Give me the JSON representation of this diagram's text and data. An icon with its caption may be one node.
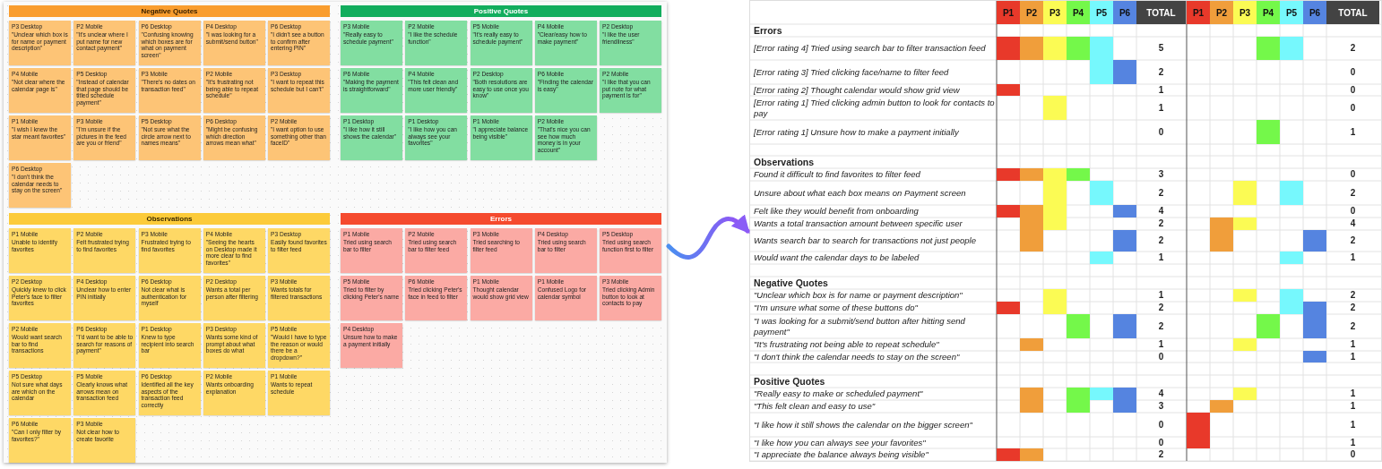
{
  "diagram": {
    "nodes": [
      {
        "text": [],
        "shape": "box"
      },
      {
        "text": [
          "Negative Quotes"
        ],
        "in": 0
      },
      {
        "text": [
          "P3 Desktop",
          "\"Unclear which box is for name or payment description\""
        ],
        "in": 0
      },
      {
        "text": [
          "P2 Mobile",
          "\"It's unclear where I put name for new contact payment\""
        ],
        "in": 0
      },
      {
        "text": [
          "P6 Desktop",
          "\"Confusing knowing which boxes are for what on payment screen\""
        ],
        "in": 0
      },
      {
        "text": [
          "P4 Desktop",
          "\"I was looking for a submit/send button\""
        ],
        "in": 0
      },
      {
        "text": [
          "P6 Desktop",
          "\"I didn't see a button to confirm after entering PIN\""
        ],
        "in": 0
      },
      {
        "text": [
          "P4 Mobile",
          "\"Not clear where the calendar page is\""
        ],
        "in": 0
      },
      {
        "text": [
          "P5 Desktop",
          "\"Instead of calendar that page should be titled schedule payment\""
        ],
        "in": 0
      },
      {
        "text": [
          "P3 Mobile",
          "\"There's no dates on transaction feed\""
        ],
        "in": 0
      },
      {
        "text": [
          "P2 Mobile",
          "\"It's frustrating not being able to repeat schedule\""
        ],
        "in": 0
      },
      {
        "text": [
          "P3 Desktop",
          "\"I want to repeat this schedule but I can't\""
        ],
        "in": 0
      },
      {
        "text": [
          "P1 Mobile",
          "\"I wish I knew the star meant favorites\""
        ],
        "in": 0
      },
      {
        "text": [
          "P3 Mobile",
          "\"I'm unsure if the pictures in the feed are you or friend\""
        ],
        "in": 0
      },
      {
        "text": [
          "P5 Desktop",
          "\"Not sure what the circle arrow next to names means\""
        ],
        "in": 0
      },
      {
        "text": [
          "P6 Desktop",
          "\"Might be confusing which direction arrows mean what\""
        ],
        "in": 0
      },
      {
        "text": [
          "P2 Mobile",
          "\"I want option to use something other than faceID\""
        ],
        "in": 0
      },
      {
        "text": [
          "P6 Desktop",
          "\"I don't think the calendar needs to stay on the screen\""
        ],
        "in": 0
      },
      {
        "text": [
          "Positive Quotes"
        ],
        "in": 0
      },
      {
        "text": [
          "P3 Mobile",
          "\"Really easy to schedule payment\""
        ],
        "in": 0
      },
      {
        "text": [
          "P2 Mobile",
          "\"I like the schedule function\""
        ],
        "in": 0
      },
      {
        "text": [
          "P5 Mobile",
          "\"It's really easy to schedule payment\""
        ],
        "in": 0
      },
      {
        "text": [
          "P4 Mobile",
          "\"Clear/easy how to make payment\""
        ],
        "in": 0
      },
      {
        "text": [
          "P2 Desktop",
          "\"I like the user friendliness\""
        ],
        "in": 0
      },
      {
        "text": [
          "P6 Mobile",
          "\"Making the payment is straightforward\""
        ],
        "in": 0
      },
      {
        "text": [
          "P4 Mobile",
          "\"This felt clean and more user friendly\""
        ],
        "in": 0
      },
      {
        "text": [
          "P2 Desktop",
          "\"Both resolutions are easy to use once you know\""
        ],
        "in": 0
      },
      {
        "text": [
          "P6 Mobile",
          "\"Finding the calendar is easy\""
        ],
        "in": 0
      },
      {
        "text": [
          "P2 Mobile",
          "\"I like that you can put note for what payment is for\""
        ],
        "in": 0
      },
      {
        "text": [
          "P1 Desktop",
          "\"I like how it still shows the calendar\""
        ],
        "in": 0
      },
      {
        "text": [
          "P1 Desktop",
          "\"I like how you can always see your favorites\""
        ],
        "in": 0
      },
      {
        "text": [
          "P1 Mobile",
          "\"I appreciate balance being visible\""
        ],
        "in": 0
      },
      {
        "text": [
          "P2 Mobile",
          "\"That's nice you can see how much money is in your account\""
        ],
        "in": 0
      },
      {
        "text": [
          "Observations"
        ],
        "in": 0
      },
      {
        "text": [
          "P1 Mobile",
          "Unable to identify favorites"
        ],
        "in": 0
      },
      {
        "text": [
          "P2 Mobile",
          "Felt frustrated trying to find favorites"
        ],
        "in": 0
      },
      {
        "text": [
          "P3 Mobile",
          "Frustrated trying to find favorites"
        ],
        "in": 0
      },
      {
        "text": [
          "P4 Mobile",
          "\"Seeing the hearts on Desktop made it more clear to find favorites\""
        ],
        "in": 0
      },
      {
        "text": [
          "P3 Desktop",
          "Easily found favorites to filter feed"
        ],
        "in": 0
      },
      {
        "text": [
          "P2 Desktop",
          "Quickly knew to click Peter's face to filter favorites"
        ],
        "in": 0
      },
      {
        "text": [
          "P4 Desktop",
          "Unclear how to enter PIN initially"
        ],
        "in": 0
      },
      {
        "text": [
          "P6 Desktop",
          "Not clear what is authentication for myself"
        ],
        "in": 0
      },
      {
        "text": [
          "P2 Desktop",
          "Wants a total per person after filtering"
        ],
        "in": 0
      },
      {
        "text": [
          "P3 Mobile",
          "Wants totals for filtered transactions"
        ],
        "in": 0
      },
      {
        "text": [
          "P2 Mobile",
          "Would want search bar to find transactions"
        ],
        "in": 0
      },
      {
        "text": [
          "P6 Desktop",
          "\"I'd want to be able to search for reasons of payment\""
        ],
        "in": 0
      },
      {
        "text": [
          "P1 Desktop",
          "Knew to type recipient into search bar"
        ],
        "in": 0
      },
      {
        "text": [
          "P3 Desktop",
          "Wants some kind of prompt about what boxes do what"
        ],
        "in": 0
      },
      {
        "text": [
          "P5 Mobile",
          "\"Would I have to type the reason or would there be a dropdown?\""
        ],
        "in": 0
      },
      {
        "text": [
          "P5 Desktop",
          "Not sure what days are which on the calendar"
        ],
        "in": 0
      },
      {
        "text": [
          "P5 Mobile",
          "Clearly knows what arrows mean on transaction feed"
        ],
        "in": 0
      },
      {
        "text": [
          "P6 Desktop",
          "Identified all the key aspects of the transaction feed correctly"
        ],
        "in": 0
      },
      {
        "text": [
          "P2 Mobile",
          "Wants onboarding explanation"
        ],
        "in": 0
      },
      {
        "text": [
          "P1 Mobile",
          "Wants to repeat schedule"
        ],
        "in": 0
      },
      {
        "text": [
          "P6 Mobile",
          "\"Can I only filter by favorites?\""
        ],
        "in": 0
      },
      {
        "text": [
          "P3 Mobile",
          "Not clear how to create favorite"
        ],
        "in": 0
      },
      {
        "text": [
          "Errors"
        ],
        "in": 0
      },
      {
        "text": [
          "P1 Mobile",
          "Tried using search bar to filter"
        ],
        "in": 0
      },
      {
        "text": [
          "P2 Mobile",
          "Tried using search bar to filter feed"
        ],
        "in": 0
      },
      {
        "text": [
          "P3 Mobile",
          "Tried searching to filter feed"
        ],
        "in": 0
      },
      {
        "text": [
          "P4 Desktop",
          "Tried using search bar to filter"
        ],
        "in": 0
      },
      {
        "text": [
          "P5 Desktop",
          "Tried using search function first to filter"
        ],
        "in": 0
      },
      {
        "text": [
          "P5 Mobile",
          "Tried to filter by clicking Peter's name"
        ],
        "in": 0
      },
      {
        "text": [
          "P6 Mobile",
          "Tried clicking Peter's face in feed to filter"
        ],
        "in": 0
      },
      {
        "text": [
          "P1 Mobile",
          "Thought calendar would show grid view"
        ],
        "in": 0
      },
      {
        "text": [
          "P1 Mobile",
          "Confused Logo for calendar symbol"
        ],
        "in": 0
      },
      {
        "text": [
          "P3 Mobile",
          "Tried clicking Admin button to look at contacts to pay"
        ],
        "in": 0
      },
      {
        "text": [
          "P4 Desktop",
          "Unsure how to make a payment initially"
        ],
        "in": 0
      },
      {
        "text": [],
        "shape": "box"
      },
      {
        "text": [
          "P1"
        ],
        "in": 68
      },
      {
        "text": [
          "P2"
        ],
        "in": 68
      },
      {
        "text": [
          "P3"
        ],
        "in": 68
      },
      {
        "text": [
          "P4"
        ],
        "in": 68
      },
      {
        "text": [
          "P5"
        ],
        "in": 68
      },
      {
        "text": [
          "P6"
        ],
        "in": 68
      },
      {
        "text": [
          "TOTAL"
        ],
        "in": 68
      },
      {
        "text": [
          "P1"
        ],
        "in": 68
      },
      {
        "text": [
          "P2"
        ],
        "in": 68
      },
      {
        "text": [
          "P3"
        ],
        "in": 68
      },
      {
        "text": [
          "P4"
        ],
        "in": 68
      },
      {
        "text": [
          "P5"
        ],
        "in": 68
      },
      {
        "text": [
          "P6"
        ],
        "in": 68
      },
      {
        "text": [
          "TOTAL"
        ],
        "in": 68
      },
      {
        "text": [],
        "shape": "box",
        "in": 68
      },
      {
        "text": [],
        "shape": "box",
        "in": 68
      },
      {
        "text": [],
        "shape": "box",
        "in": 68
      },
      {
        "text": [],
        "shape": "box",
        "in": 68
      },
      {
        "text": [],
        "shape": "box",
        "in": 68
      },
      {
        "text": [],
        "shape": "box",
        "in": 68
      },
      {
        "text": [],
        "shape": "box",
        "in": 68
      },
      {
        "text": [],
        "shape": "box",
        "in": 68
      },
      {
        "text": [],
        "shape": "box",
        "in": 68
      },
      {
        "text": [],
        "shape": "box",
        "in": 68
      },
      {
        "text": [],
        "shape": "box",
        "in": 68
      },
      {
        "text": [],
        "shape": "box",
        "in": 68
      },
      {
        "text": [],
        "shape": "box",
        "in": 68
      },
      {
        "text": [],
        "shape": "box",
        "in": 68
      },
      {
        "text": [],
        "shape": "box",
        "in": 68
      },
      {
        "text": [],
        "shape": "box",
        "in": 68
      },
      {
        "text": [],
        "shape": "box",
        "in": 68
      },
      {
        "text": [],
        "shape": "box",
        "in": 68
      },
      {
        "text": [],
        "shape": "box",
        "in": 68
      },
      {
        "text": [],
        "shape": "box",
        "in": 68
      },
      {
        "text": [],
        "shape": "box",
        "in": 68
      },
      {
        "text": [],
        "shape": "box",
        "in": 68
      },
      {
        "text": [],
        "shape": "box",
        "in": 68
      },
      {
        "text": [],
        "shape": "box",
        "in": 68
      },
      {
        "text": [],
        "shape": "box",
        "in": 68
      },
      {
        "text": [],
        "shape": "box",
        "in": 68
      },
      {
        "text": [],
        "shape": "box",
        "in": 68
      },
      {
        "text": [],
        "shape": "box",
        "in": 68
      },
      {
        "text": [],
        "shape": "box",
        "in": 68
      },
      {
        "text": [],
        "shape": "box",
        "in": 68
      },
      {
        "text": [],
        "shape": "box",
        "in": 68
      },
      {
        "text": [],
        "shape": "box",
        "in": 68
      },
      {
        "text": [],
        "shape": "box",
        "in": 68
      },
      {
        "text": [],
        "shape": "box",
        "in": 68
      },
      {
        "text": [],
        "shape": "box",
        "in": 68
      },
      {
        "text": [],
        "shape": "box",
        "in": 68
      },
      {
        "text": [],
        "shape": "box",
        "in": 68
      },
      {
        "text": [],
        "shape": "box",
        "in": 68
      },
      {
        "text": [],
        "shape": "box",
        "in": 68
      },
      {
        "text": [],
        "shape": "box",
        "in": 68
      },
      {
        "text": [],
        "shape": "box",
        "in": 68
      },
      {
        "text": [],
        "shape": "box",
        "in": 68
      },
      {
        "text": [],
        "shape": "box",
        "in": 68
      },
      {
        "text": [],
        "shape": "box",
        "in": 68
      },
      {
        "text": [],
        "shape": "box",
        "in": 68
      },
      {
        "text": [],
        "shape": "box",
        "in": 68
      },
      {
        "text": [],
        "shape": "box",
        "in": 68
      },
      {
        "text": [],
        "shape": "box",
        "in": 68
      },
      {
        "text": [],
        "shape": "box",
        "in": 68
      },
      {
        "text": [],
        "shape": "box",
        "in": 68
      },
      {
        "text": [],
        "shape": "box",
        "in": 68
      },
      {
        "text": [],
        "shape": "box",
        "in": 68
      },
      {
        "text": [],
        "shape": "box",
        "in": 68
      },
      {
        "text": [],
        "shape": "box",
        "in": 68
      },
      {
        "text": [],
        "shape": "box",
        "in": 68
      },
      {
        "text": [],
        "shape": "box",
        "in": 68
      },
      {
        "text": [],
        "shape": "box",
        "in": 68
      },
      {
        "text": [],
        "shape": "box",
        "in": 68
      },
      {
        "text": [],
        "shape": "box",
        "in": 68
      },
      {
        "text": [],
        "shape": "box",
        "in": 68
      },
      {
        "text": [],
        "shape": "box",
        "in": 68
      }
    ],
    "edges": [
      {
        "from": 0,
        "to": 68,
        "arrow": "to"
      }
    ],
    "labels": [
      "Errors",
      "[Error rating 4] Tried using search bar to filter transaction feed",
      "5",
      "2",
      "[Error rating 3] Tried clicking face/name to filter feed",
      "2",
      "0",
      "[Error rating 2] Thought calendar would show grid view",
      "1",
      "0",
      "[Error rating 1] Tried clicking admin button to look for contacts to pay",
      "1",
      "0",
      "[Error rating 1] Unsure how to make a payment initially",
      "0",
      "1",
      "Observations",
      "Found it difficult to find favorites to filter feed",
      "3",
      "0",
      "Unsure about what each box means on Payment screen",
      "2",
      "2",
      "Felt like they would benefit from onboarding",
      "4",
      "0",
      "Wants a total transaction amount between specific user",
      "2",
      "4",
      "Wants search bar to search for transactions not just people",
      "2",
      "2",
      "Would want the calendar days to be labeled",
      "1",
      "1",
      "Negative Quotes",
      "\"Unclear which box is for name or payment description\"",
      "1",
      "2",
      "\"I'm unsure what some of these buttons do\"",
      "2",
      "2",
      "\"I was looking for a submit/send button after hitting send payment\"",
      "2",
      "2",
      "\"It's frustrating not being able to repeat schedule\"",
      "1",
      "1",
      "\"I don't think the calendar needs to stay on the screen\"",
      "0",
      "1",
      "Positive Quotes",
      "\"Really easy to make or scheduled payment\"",
      "4",
      "1",
      "\"This felt clean and easy to use\"",
      "3",
      "1",
      "\"I like how it still shows the calendar on the bigger screen\"",
      "0",
      "1",
      "\"I like how you can always see your favorites\"",
      "0",
      "1",
      "\"I appreciate the balance always being visible\"",
      "2",
      "0"
    ]
  }
}
